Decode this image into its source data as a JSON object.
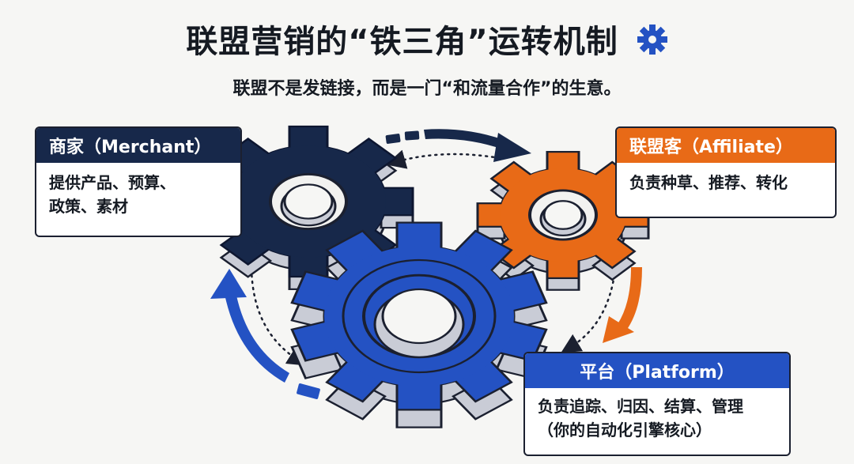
{
  "header": {
    "title": "联盟营销的“铁三角”运转机制",
    "subtitle": "联盟不是发链接，而是一门“和流量合作”的生意。",
    "title_icon": "gear-icon"
  },
  "merchant": {
    "heading": "商家（Merchant）",
    "line1": "提供产品、预算、",
    "line2": "政策、素材",
    "color": "#17284a"
  },
  "affiliate": {
    "heading": "联盟客（Affiliate）",
    "line1": "负责种草、推荐、转化",
    "color": "#e86a17"
  },
  "platform": {
    "heading": "平台（Platform）",
    "line1": "负责追踪、归因、结算、管理",
    "line2": "（你的自动化引擎核心）",
    "color": "#2452c3"
  },
  "colors": {
    "navy": "#17284a",
    "orange": "#e86a17",
    "blue": "#2452c3",
    "gear_side": "#c9ccd6"
  }
}
